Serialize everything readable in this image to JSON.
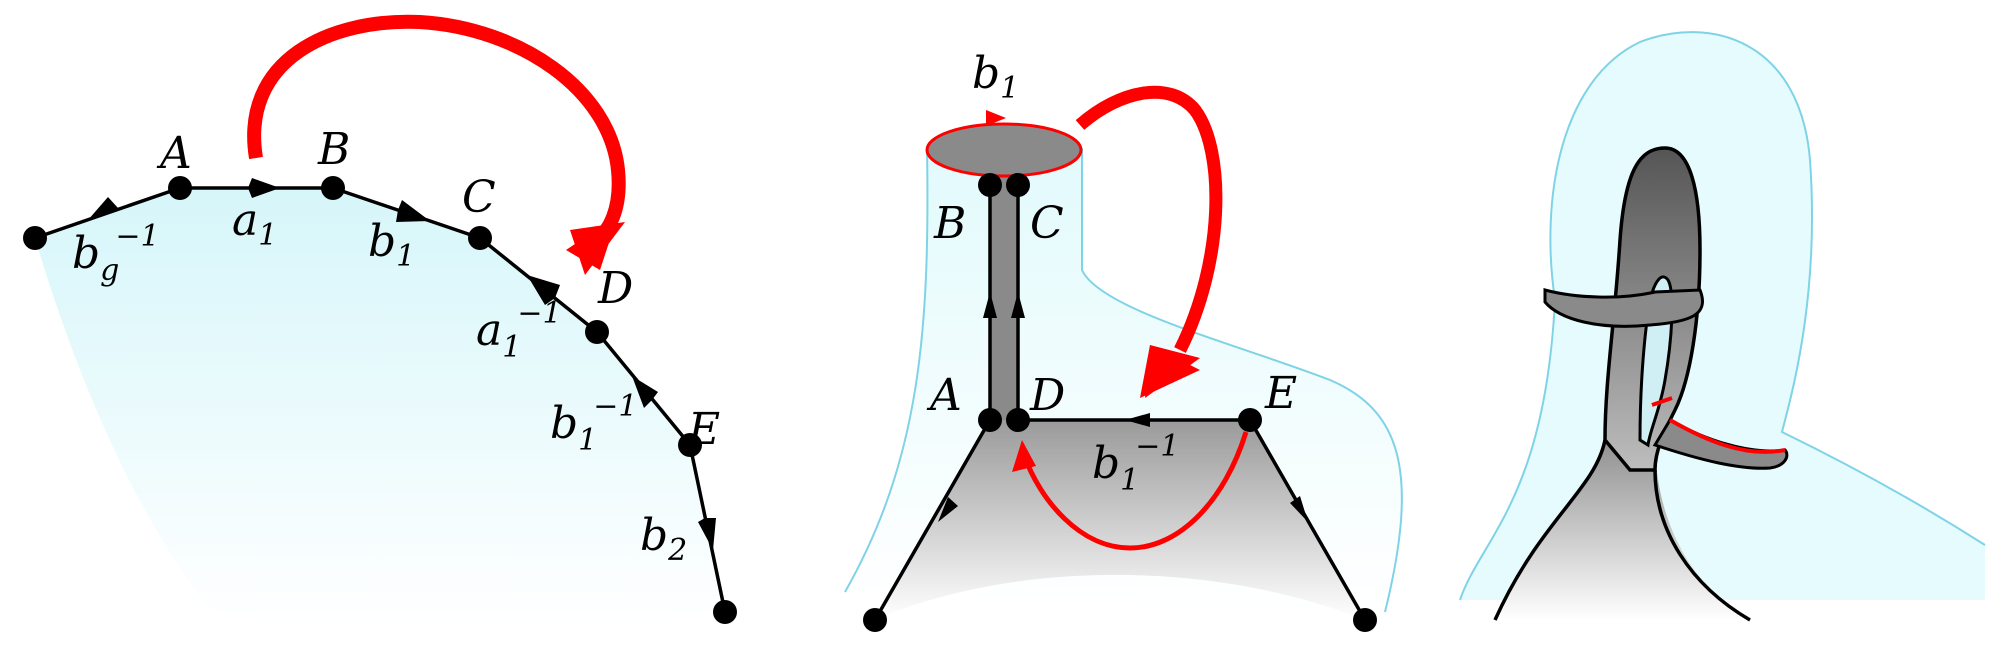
{
  "panels": {
    "left": {
      "vertices": [
        "A",
        "B",
        "C",
        "D",
        "E"
      ],
      "edges": [
        {
          "base": "b",
          "sub": "g",
          "sup": "−1"
        },
        {
          "base": "a",
          "sub": "1",
          "sup": ""
        },
        {
          "base": "b",
          "sub": "1",
          "sup": ""
        },
        {
          "base": "a",
          "sub": "1",
          "sup": "−1"
        },
        {
          "base": "b",
          "sub": "1",
          "sup": "−1"
        },
        {
          "base": "b",
          "sub": "2",
          "sup": ""
        }
      ]
    },
    "middle": {
      "vertices": [
        "A",
        "B",
        "C",
        "D",
        "E"
      ],
      "top_edge": {
        "base": "b",
        "sub": "1"
      },
      "bottom_edge": {
        "base": "b",
        "sub": "1",
        "sup": "−1"
      }
    },
    "right": {}
  },
  "colors": {
    "arrow": "#ff0000",
    "surface": "#e4fafc",
    "surface_outline": "#7fd3e6",
    "tube_gray": "#888888"
  }
}
